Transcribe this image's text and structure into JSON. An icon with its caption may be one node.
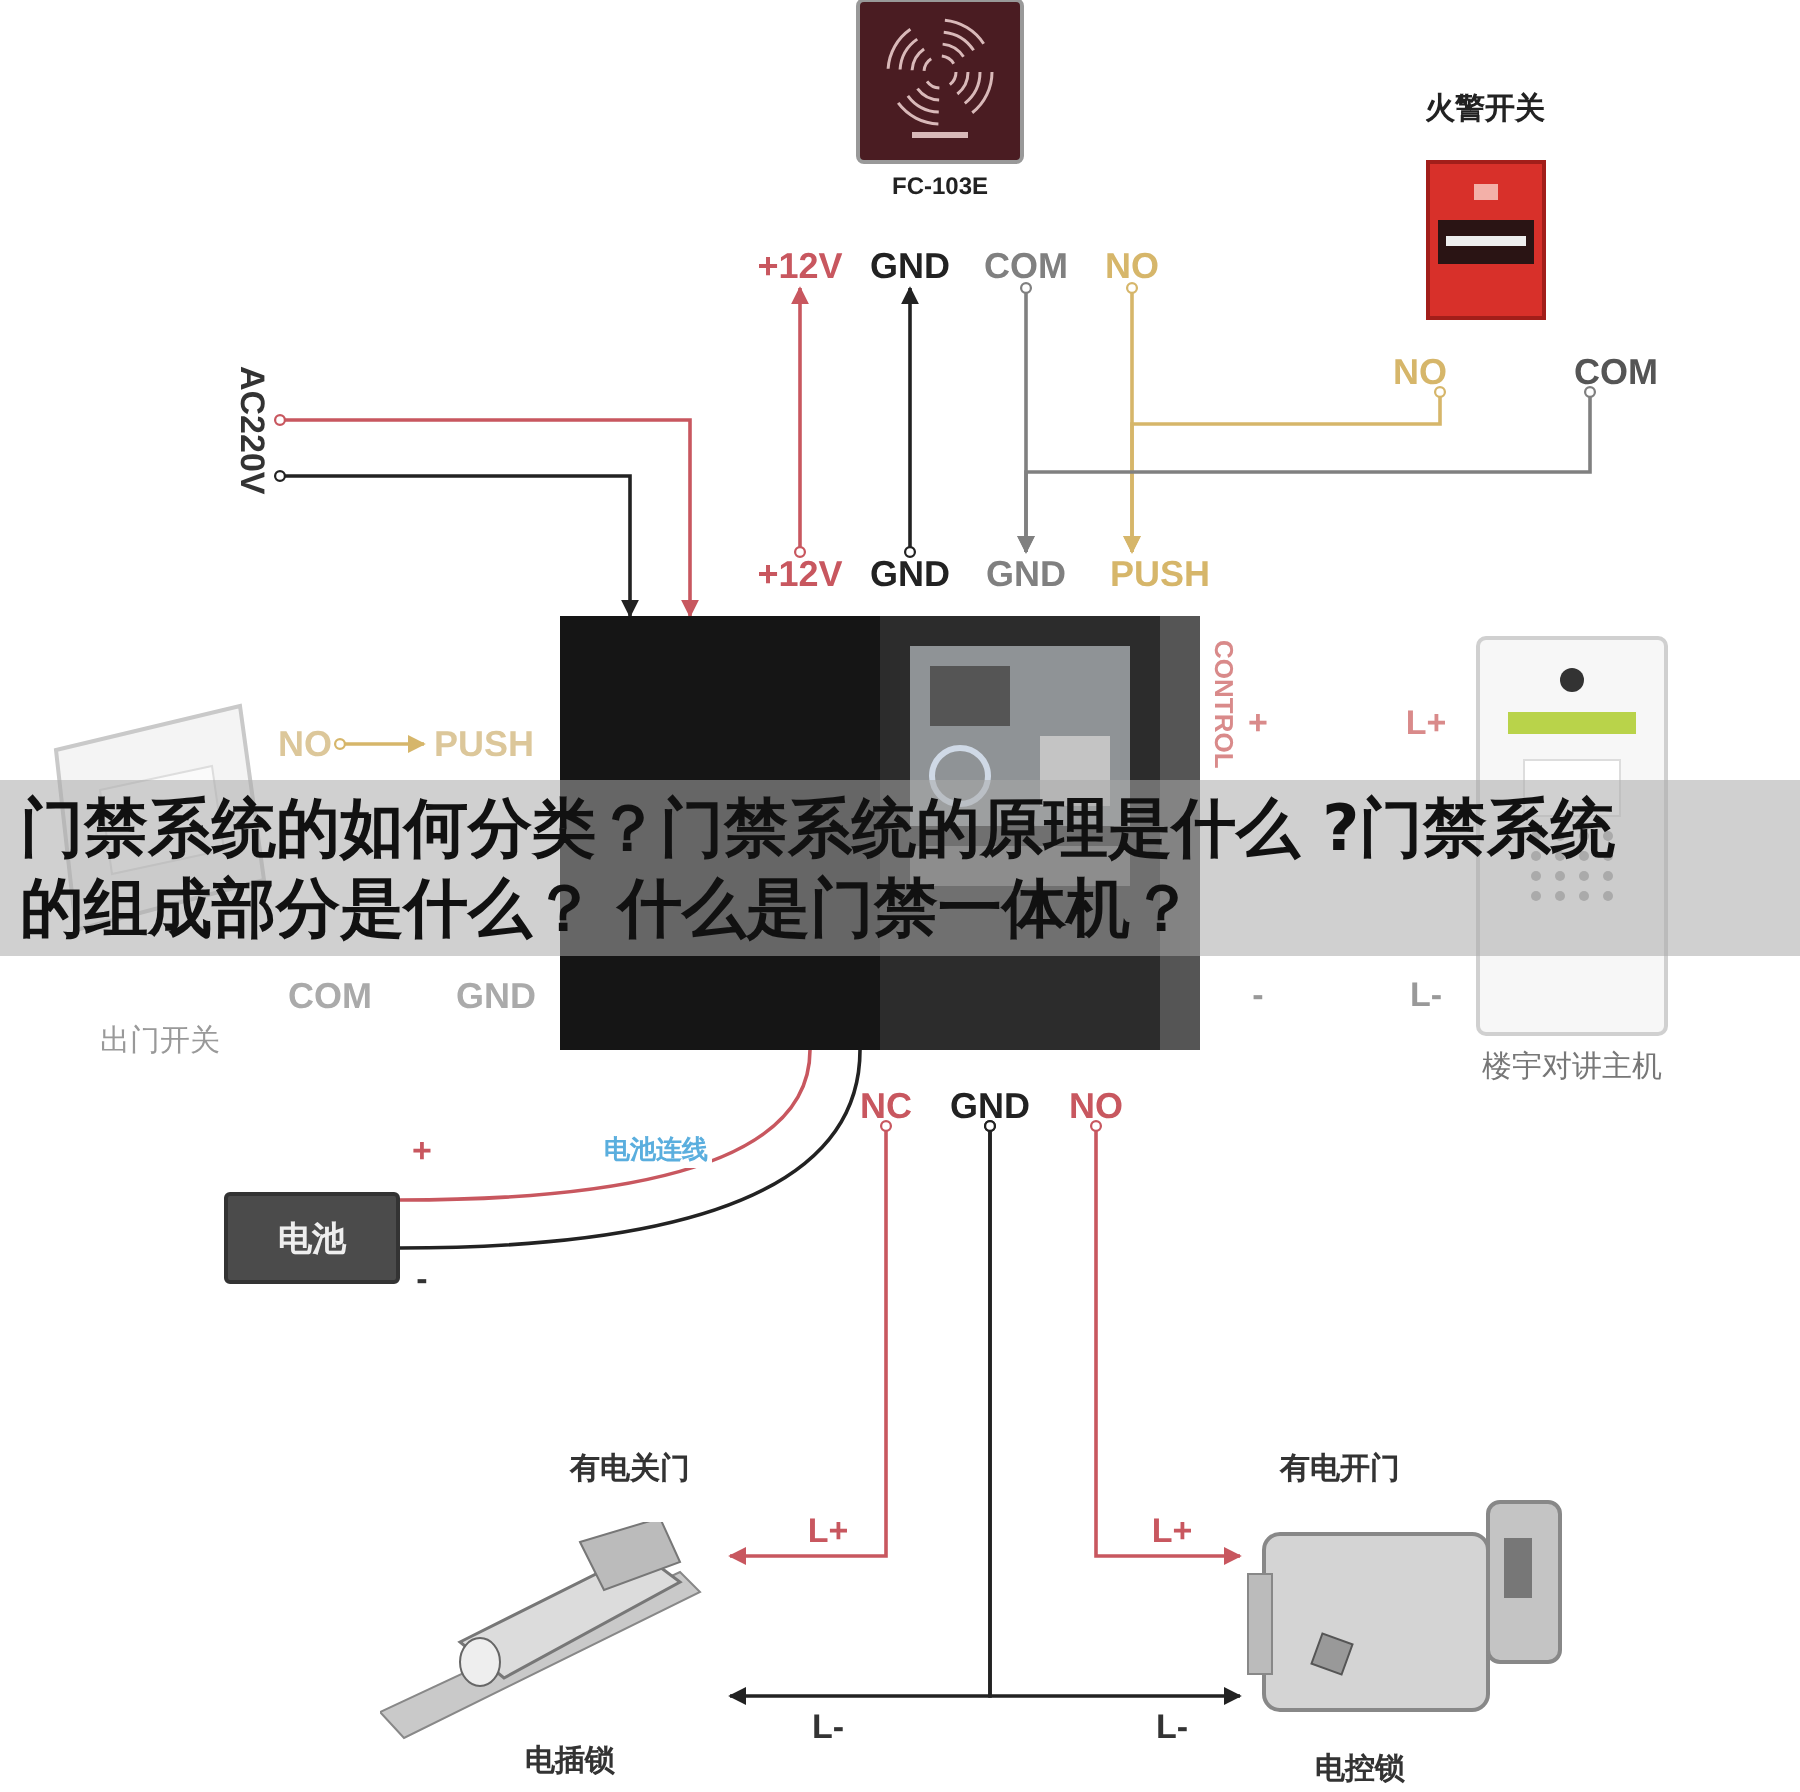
{
  "diagram": {
    "title": "门禁系统的如何分类？门禁系统的原理是什么 ?门禁系统的组成部分是什么？ 什么是门禁一体机？",
    "nodes": [
      {
        "text": [
          "FC-103E"
        ]
      },
      {
        "text": [
          "+12V"
        ]
      },
      {
        "text": [
          "GND"
        ]
      },
      {
        "text": [
          "COM"
        ]
      },
      {
        "text": [
          "NO"
        ]
      },
      {
        "text": [
          "火警开关"
        ]
      },
      {
        "text": [
          "NO"
        ]
      },
      {
        "text": [
          "COM"
        ]
      },
      {
        "text": [
          "AC220V"
        ]
      },
      {
        "text": [
          "+12V"
        ]
      },
      {
        "text": [
          "GND"
        ]
      },
      {
        "text": [
          "GND"
        ]
      },
      {
        "text": [
          "PUSH"
        ]
      },
      {
        "text": [],
        "shape": "box"
      },
      {
        "text": [
          "出门开关"
        ]
      },
      {
        "text": [
          "NO"
        ]
      },
      {
        "text": [
          "PUSH"
        ]
      },
      {
        "text": [
          "COM"
        ]
      },
      {
        "text": [
          "GND"
        ]
      },
      {
        "text": [
          "楼宇对讲主机"
        ]
      },
      {
        "text": [
          "电池"
        ]
      },
      {
        "text": [
          "NC"
        ]
      },
      {
        "text": [
          "GND"
        ]
      },
      {
        "text": [
          "NO"
        ]
      },
      {
        "text": [
          "有电关门",
          "电插锁"
        ]
      },
      {
        "text": [
          "有电开门",
          "电控锁"
        ]
      }
    ],
    "edges": [
      {
        "from": 9,
        "to": 1,
        "arrow": "to",
        "color": "#c8575f"
      },
      {
        "from": 10,
        "to": 2,
        "arrow": "to",
        "color": "#222222"
      },
      {
        "from": 3,
        "to": 11,
        "arrow": "to",
        "color": "#808080"
      },
      {
        "from": 4,
        "to": 12,
        "arrow": "to",
        "color": "#d6b66a"
      },
      {
        "from": 6,
        "to": 12,
        "arrow": "to",
        "color": "#d6b66a"
      },
      {
        "from": 7,
        "to": 11,
        "arrow": "to",
        "color": "#808080"
      },
      {
        "from": 8,
        "to": 13,
        "arrow": "to",
        "color": "#c8575f"
      },
      {
        "from": 8,
        "to": 13,
        "arrow": "to",
        "color": "#222222"
      },
      {
        "from": 15,
        "to": 16,
        "arrow": "to",
        "color": "#d6b66a"
      },
      {
        "from": 13,
        "to": 20,
        "arrow": "none",
        "label": "电池连线",
        "color": "#c8575f"
      },
      {
        "from": 13,
        "to": 20,
        "arrow": "none",
        "color": "#222222"
      },
      {
        "from": 21,
        "to": 24,
        "arrow": "to",
        "color": "#c8575f"
      },
      {
        "from": 22,
        "to": 24,
        "arrow": "to",
        "color": "#222222"
      },
      {
        "from": 22,
        "to": 25,
        "arrow": "to",
        "color": "#222222"
      },
      {
        "from": 23,
        "to": 25,
        "arrow": "to",
        "color": "#c8575f"
      }
    ],
    "labels": [
      "CONTROL",
      "+",
      "L+",
      "-",
      "L-",
      "+",
      "-",
      "L+",
      "L+",
      "L-",
      "L-"
    ]
  }
}
